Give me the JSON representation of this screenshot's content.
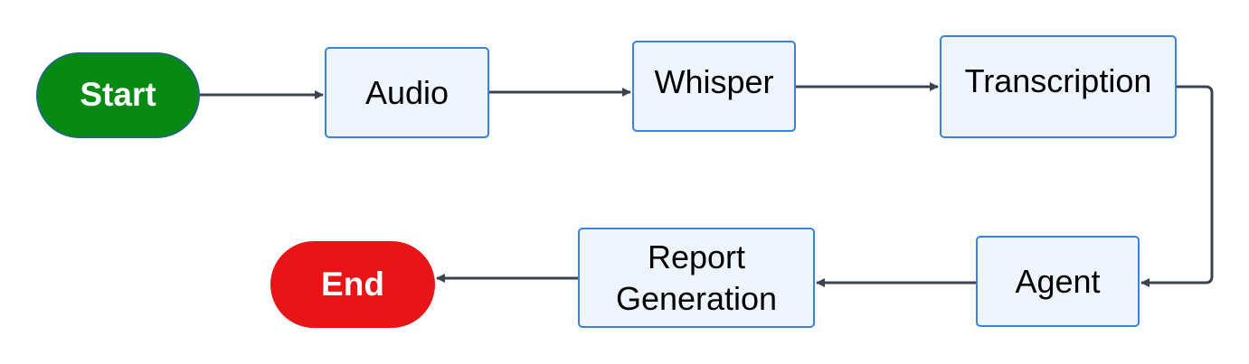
{
  "diagram": {
    "colors": {
      "start_fill": "#078a12",
      "end_fill": "#e81416",
      "box_fill": "#eef5ff",
      "box_border": "#3b82e0",
      "connector": "#3a4450"
    },
    "nodes": {
      "start": "Start",
      "audio": "Audio",
      "whisper": "Whisper",
      "transcription": "Transcription",
      "agent": "Agent",
      "report_line1": "Report",
      "report_line2": "Generation",
      "end": "End"
    }
  }
}
